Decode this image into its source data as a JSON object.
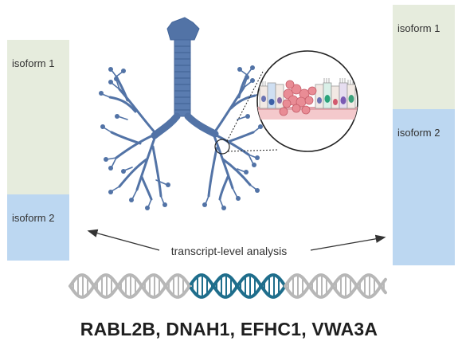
{
  "left_bar": {
    "segments": [
      {
        "label": "isoform 1",
        "fraction": 0.7,
        "color": "#e6ecdd"
      },
      {
        "label": "isoform 2",
        "fraction": 0.3,
        "color": "#bcd7f1"
      }
    ]
  },
  "right_bar": {
    "segments": [
      {
        "label": "isoform 1",
        "fraction": 0.4,
        "color": "#e6ecdd"
      },
      {
        "label": "isoform 2",
        "fraction": 0.6,
        "color": "#bcd7f1"
      }
    ]
  },
  "caption": "transcript-level analysis",
  "genes": "RABL2B, DNAH1, EFHC1, VWA3A",
  "colors": {
    "lung": "#5273a6",
    "dna_highlight": "#1f6e8c",
    "dna_gray": "#b7b7b7"
  },
  "icons": [
    "lung-icon",
    "tissue-magnifier-icon",
    "dna-helix-icon",
    "left-arrow-icon",
    "right-arrow-icon"
  ]
}
